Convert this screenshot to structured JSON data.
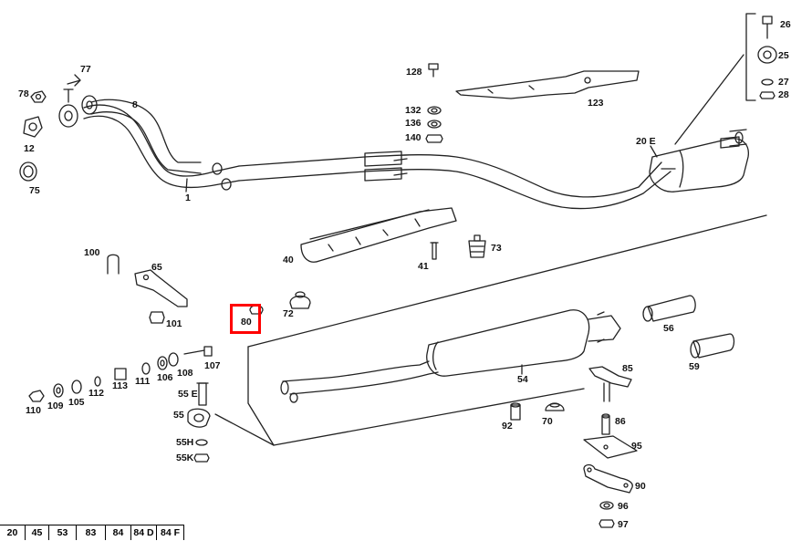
{
  "diagram": {
    "labels": {
      "p1": "1",
      "p8": "8",
      "p12": "12",
      "p20e": "20 E",
      "p25": "25",
      "p26": "26",
      "p27": "27",
      "p28": "28",
      "p40": "40",
      "p41": "41",
      "p54": "54",
      "p55": "55",
      "p55e": "55 E",
      "p55h": "55H",
      "p55k": "55K",
      "p56": "56",
      "p59": "59",
      "p65": "65",
      "p70": "70",
      "p72": "72",
      "p73": "73",
      "p75": "75",
      "p77": "77",
      "p78": "78",
      "p80": "80",
      "p85": "85",
      "p86": "86",
      "p90": "90",
      "p92": "92",
      "p95": "95",
      "p96": "96",
      "p97": "97",
      "p100": "100",
      "p101": "101",
      "p105": "105",
      "p106": "106",
      "p107": "107",
      "p108": "108",
      "p109": "109",
      "p110": "110",
      "p111": "111",
      "p112": "112",
      "p113": "113",
      "p123": "123",
      "p128": "128",
      "p132": "132",
      "p136": "136",
      "p140": "140"
    },
    "highlighted_part": "80",
    "highlight_color": "#ff0000"
  },
  "footer": {
    "cells": [
      "20",
      "45",
      "53",
      "83",
      "84",
      "84 D",
      "84 F"
    ]
  }
}
